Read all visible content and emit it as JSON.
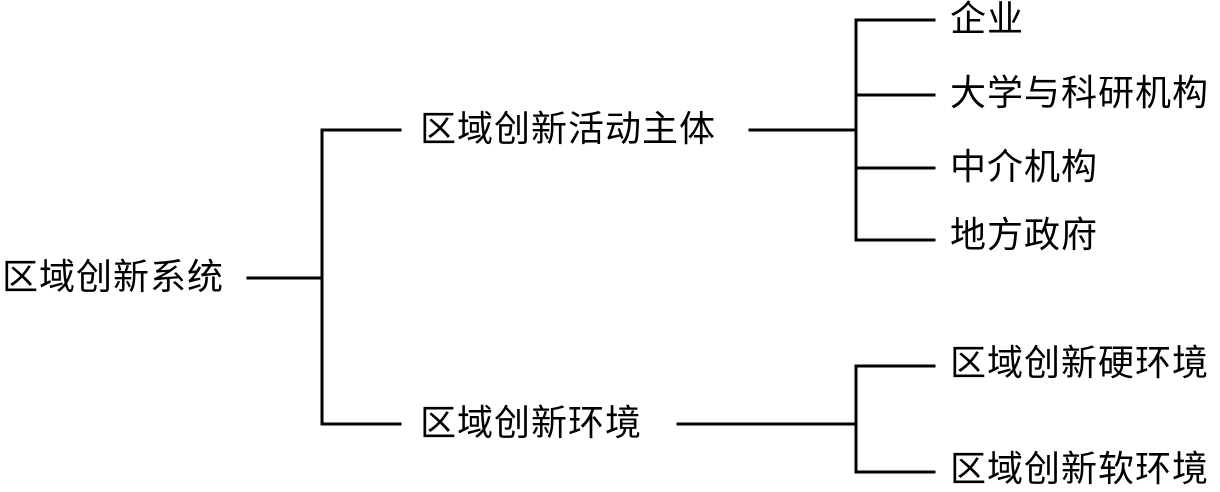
{
  "root": {
    "label": "区域创新系统"
  },
  "branches": [
    {
      "label": "区域创新活动主体",
      "children": [
        "企业",
        "大学与科研机构",
        "中介机构",
        "地方政府"
      ]
    },
    {
      "label": "区域创新环境",
      "children": [
        "区域创新硬环境",
        "区域创新软环境"
      ]
    }
  ]
}
